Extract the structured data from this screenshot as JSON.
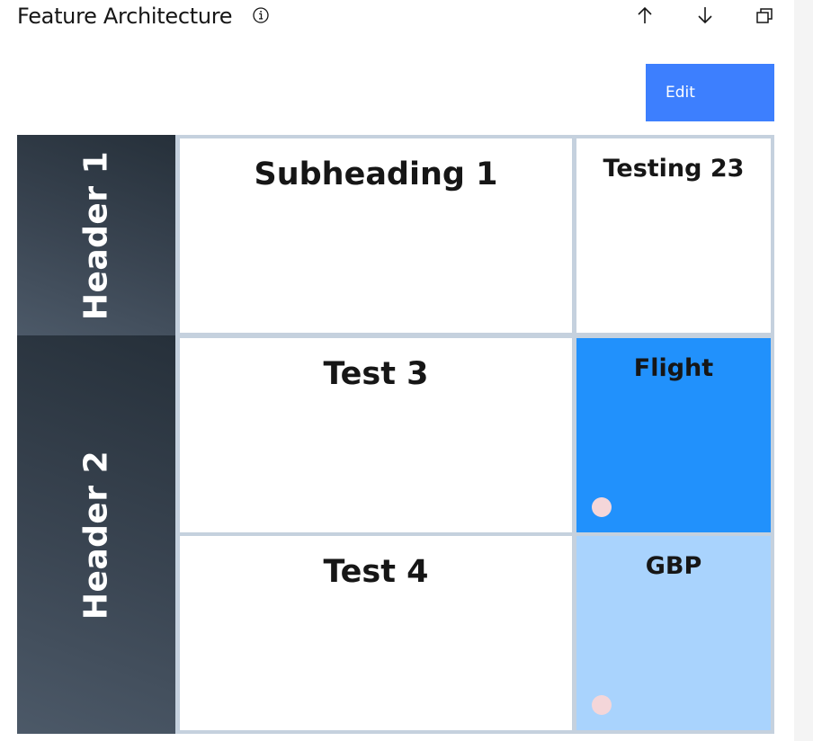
{
  "header": {
    "title": "Feature Architecture",
    "icons": [
      "information-icon",
      "arrow-up-icon",
      "arrow-down-icon",
      "copy-icon"
    ]
  },
  "toolbar": {
    "edit_label": "Edit"
  },
  "grid": {
    "rows": [
      {
        "header": "Header 1",
        "cells": [
          {
            "title": "Subheading 1"
          },
          {
            "title": "Testing 23"
          }
        ]
      },
      {
        "header": "Header 2",
        "cells": [
          {
            "title": "Test 3"
          },
          {
            "title": "Flight",
            "fill": "#2191fc"
          },
          {
            "title": "Test 4"
          },
          {
            "title": "GBP",
            "fill": "#a9d3fd"
          }
        ]
      }
    ]
  },
  "colors": {
    "accent": "#3d7ffe",
    "flight_fill": "#2191fc",
    "gbp_fill": "#a9d3fd",
    "dot": "#f4d6d9",
    "grid_line": "#c5d1de"
  }
}
